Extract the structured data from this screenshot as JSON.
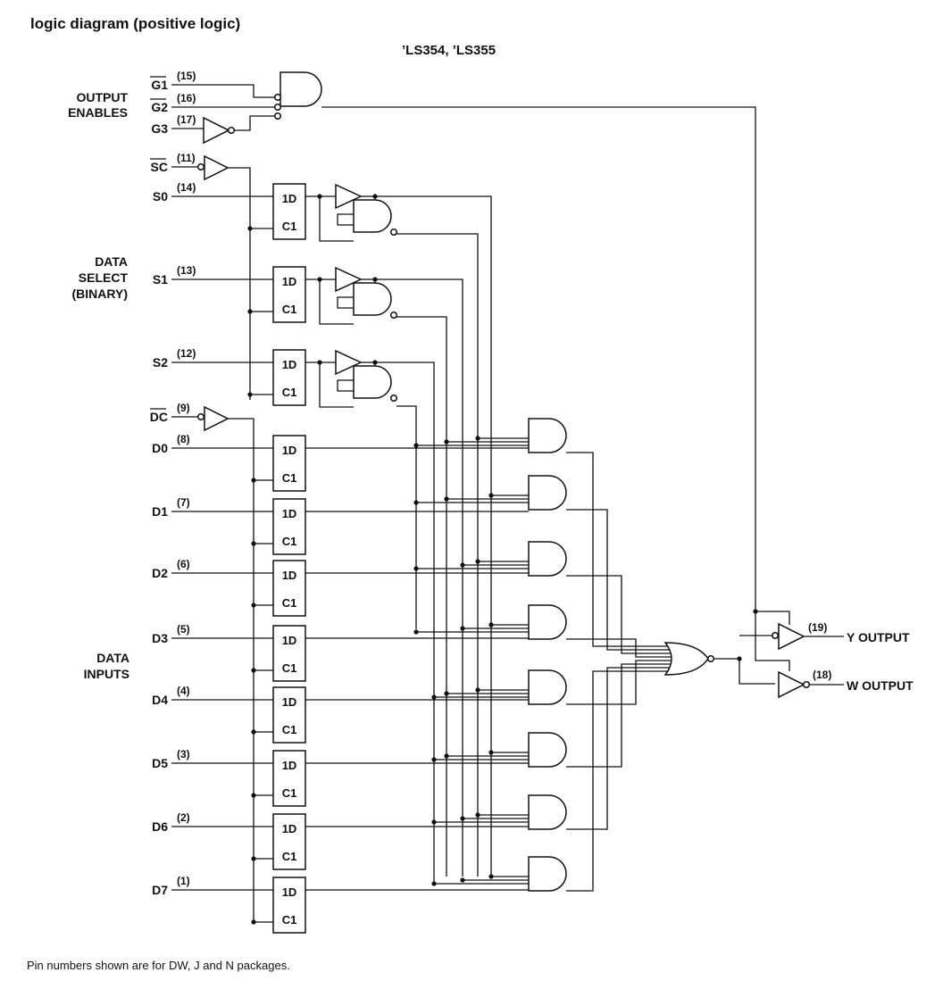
{
  "heading": "logic diagram (positive logic)",
  "subtitle": "’LS354, ’LS355",
  "footnote": "Pin numbers shown are for DW, J and N packages.",
  "groups": {
    "output_enables": [
      "OUTPUT",
      "ENABLES"
    ],
    "data_select": [
      "DATA",
      "SELECT",
      "(BINARY)"
    ],
    "data_inputs": [
      "DATA",
      "INPUTS"
    ]
  },
  "enable_pins": [
    {
      "name": "G1",
      "pin": "(15)",
      "overbar": true
    },
    {
      "name": "G2",
      "pin": "(16)",
      "overbar": true
    },
    {
      "name": "G3",
      "pin": "(17)",
      "overbar": false
    }
  ],
  "clock_pins": [
    {
      "name": "SC",
      "pin": "(11)"
    },
    {
      "name": "DC",
      "pin": "(9)"
    }
  ],
  "select_pins": [
    {
      "name": "S0",
      "pin": "(14)"
    },
    {
      "name": "S1",
      "pin": "(13)"
    },
    {
      "name": "S2",
      "pin": "(12)"
    }
  ],
  "data_pins": [
    {
      "name": "D0",
      "pin": "(8)"
    },
    {
      "name": "D1",
      "pin": "(7)"
    },
    {
      "name": "D2",
      "pin": "(6)"
    },
    {
      "name": "D3",
      "pin": "(5)"
    },
    {
      "name": "D4",
      "pin": "(4)"
    },
    {
      "name": "D5",
      "pin": "(3)"
    },
    {
      "name": "D6",
      "pin": "(2)"
    },
    {
      "name": "D7",
      "pin": "(1)"
    }
  ],
  "latch_labels": {
    "d": "1D",
    "c": "C1"
  },
  "outputs": [
    {
      "name": "Y OUTPUT",
      "pin": "(19)"
    },
    {
      "name": "W OUTPUT",
      "pin": "(18)"
    }
  ]
}
